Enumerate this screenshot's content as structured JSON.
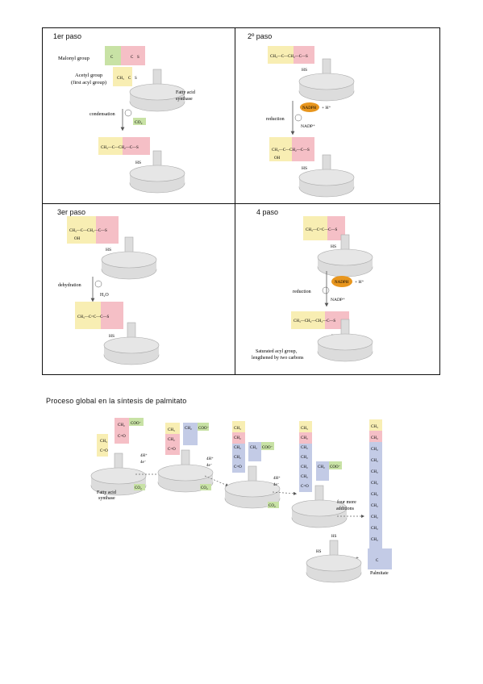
{
  "steps": [
    {
      "title": "1er paso"
    },
    {
      "title": "2º paso"
    },
    {
      "title": "3er paso"
    },
    {
      "title": "4 paso"
    }
  ],
  "global_title": "Proceso global en la síntesis de palmitato",
  "labels": {
    "malonyl": "Malonyl group",
    "acetyl": "Acetyl group",
    "acetyl_sub": "(first acyl group)",
    "fas": "Fatty acid",
    "fas2": "synthase",
    "condensation": "condensation",
    "co2": "CO₂",
    "reduction": "reduction",
    "nadph": "NADPH",
    "h_plus": "+ H⁺",
    "nadp": "NADP⁺",
    "dehydration": "dehydration",
    "h2o": "H₂O",
    "saturated": "Saturated acyl group,",
    "saturated2": "lengthened by two carbons",
    "four_more": "four more",
    "additions": "additions",
    "palmitate": "Palmitate",
    "fatty_acid_synthase": "Fatty acid",
    "fatty_acid_synthase2": "synthase",
    "four_h": "4H⁺",
    "four_e": "4e⁻",
    "hs": "HS",
    "s": "S"
  },
  "colors": {
    "yellow": "#f8eeb3",
    "pink": "#f5bfc6",
    "green": "#c8e2a5",
    "blue": "#c3cbe6",
    "orange": "#e8961e",
    "enzyme": "#dcdcdc"
  }
}
